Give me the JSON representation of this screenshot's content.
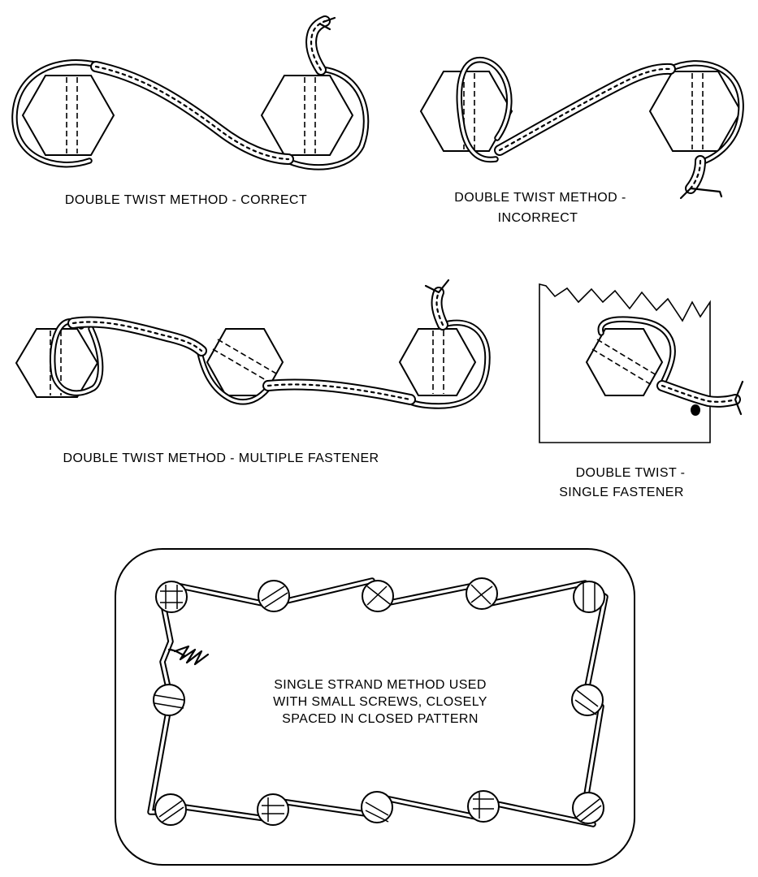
{
  "panels": [
    {
      "id": "correct",
      "lines": [
        "DOUBLE TWIST METHOD - CORRECT"
      ]
    },
    {
      "id": "incorrect",
      "lines": [
        "DOUBLE TWIST METHOD -",
        "INCORRECT"
      ]
    },
    {
      "id": "multiple",
      "lines": [
        "DOUBLE TWIST METHOD - MULTIPLE FASTENER"
      ]
    },
    {
      "id": "single",
      "lines": [
        "DOUBLE TWIST -",
        "SINGLE FASTENER"
      ]
    },
    {
      "id": "single-strand",
      "lines": [
        "SINGLE STRAND METHOD USED",
        "WITH SMALL SCREWS, CLOSELY",
        "SPACED IN CLOSED PATTERN"
      ]
    }
  ]
}
